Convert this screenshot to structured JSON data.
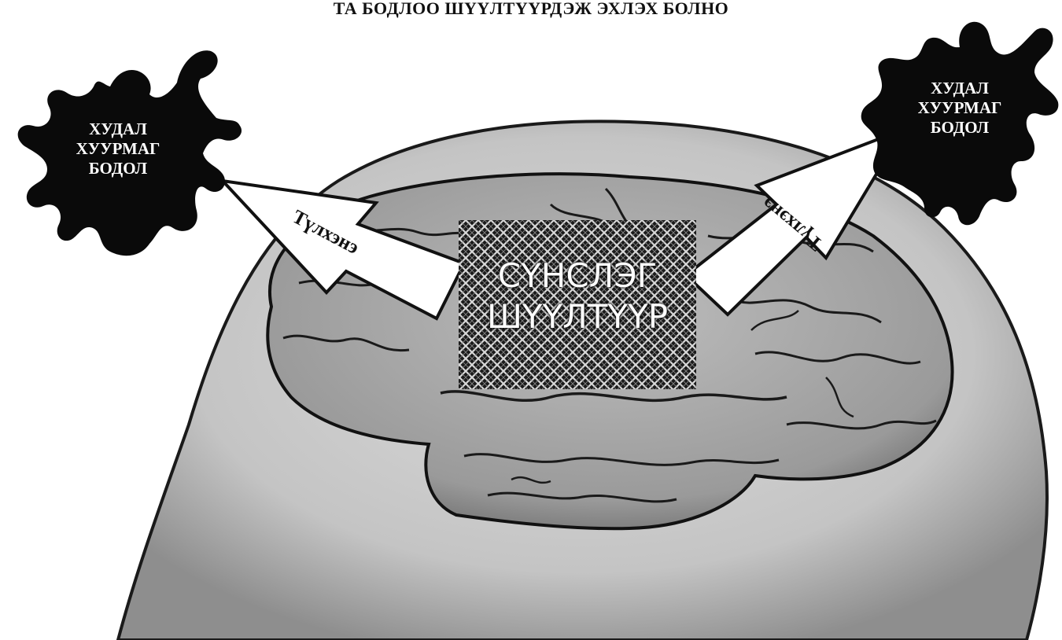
{
  "title": "ТА БОДЛОО ШҮҮЛТҮҮРДЭЖ ЭХЛЭХ БОЛНО",
  "left_blob": {
    "line1": "ХУДАЛ",
    "line2": "ХУУРМАГ",
    "line3": "БОДОЛ"
  },
  "right_blob": {
    "line1": "ХУДАЛ",
    "line2": "ХУУРМАГ",
    "line3": "БОДОЛ"
  },
  "filter": {
    "line1": "СҮНСЛЭГ",
    "line2": "ШҮҮЛТҮҮР"
  },
  "left_arrow_label": "Түлхэнэ",
  "right_arrow_label": "Түлхэнэ",
  "colors": {
    "blob": "#0a0a0a",
    "brain": "#a8a8a8",
    "head": "#cfcfcf",
    "outline": "#1a1a1a"
  }
}
